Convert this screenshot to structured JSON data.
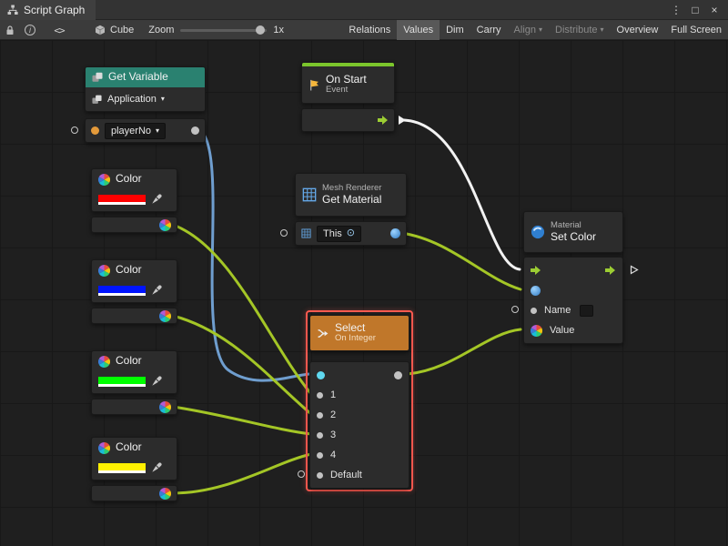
{
  "window": {
    "tab_title": "Script Graph",
    "controls": {
      "menu": "⋮",
      "maximize": "□",
      "close": "×"
    }
  },
  "icons": {
    "caret": "▾",
    "info": "i",
    "code": "<>",
    "target": "⊙"
  },
  "toolbar": {
    "target_label": "Cube",
    "zoom_label": "Zoom",
    "zoom_value": "1x",
    "buttons": [
      {
        "label": "Relations",
        "state": "normal"
      },
      {
        "label": "Values",
        "state": "active"
      },
      {
        "label": "Dim",
        "state": "normal"
      },
      {
        "label": "Carry",
        "state": "normal"
      },
      {
        "label": "Align",
        "state": "disabled",
        "dropdown": true
      },
      {
        "label": "Distribute",
        "state": "disabled",
        "dropdown": true
      },
      {
        "label": "Overview",
        "state": "normal"
      },
      {
        "label": "Full Screen",
        "state": "normal"
      }
    ]
  },
  "graph": {
    "nodes": {
      "get_variable": {
        "title": "Get Variable",
        "scope": "Application",
        "variable_name": "playerNo",
        "header_color": "#2a8170"
      },
      "on_start": {
        "title": "On Start",
        "subtitle": "Event",
        "accent_color": "#7cc62c"
      },
      "colors": [
        {
          "title": "Color",
          "value": "#ff0000"
        },
        {
          "title": "Color",
          "value": "#0014ff"
        },
        {
          "title": "Color",
          "value": "#00ff00"
        },
        {
          "title": "Color",
          "value": "#fff000"
        }
      ],
      "get_material": {
        "supertitle": "Mesh Renderer",
        "title": "Get Material",
        "target_value": "This"
      },
      "select": {
        "title": "Select",
        "subtitle": "On Integer",
        "branches": [
          "1",
          "2",
          "3",
          "4",
          "Default"
        ],
        "header_color": "#c0772a",
        "selection_color": "#ff5a50"
      },
      "set_color": {
        "supertitle": "Material",
        "title": "Set Color",
        "name_label": "Name",
        "value_label": "Value"
      }
    },
    "connection_colors": {
      "flow": "#f2f2f2",
      "integer": "#6f9ecf",
      "value": "#a4c626"
    }
  }
}
